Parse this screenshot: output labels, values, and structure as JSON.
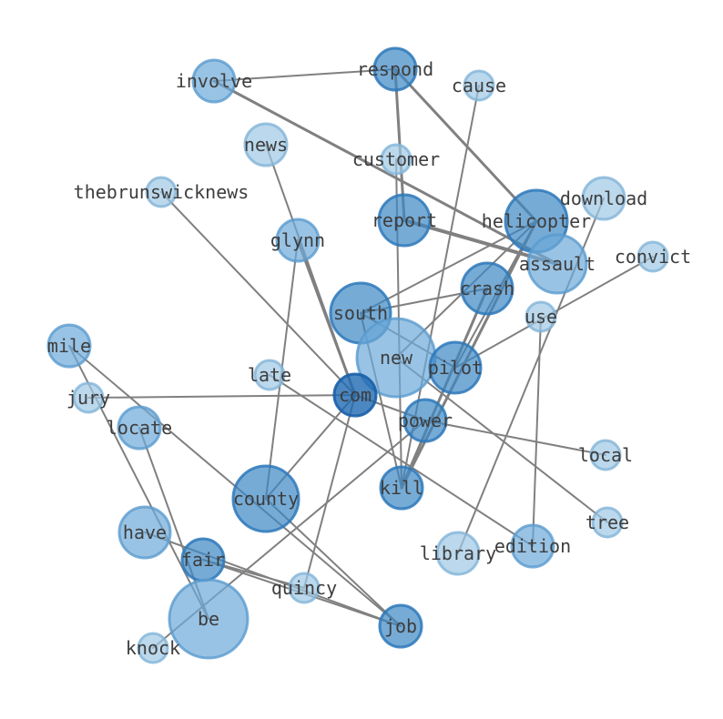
{
  "graph": {
    "nodes": [
      {
        "id": "respond",
        "label": "respond",
        "shade": "mid"
      },
      {
        "id": "involve",
        "label": "involve",
        "shade": "light"
      },
      {
        "id": "cause",
        "label": "cause",
        "shade": "pale"
      },
      {
        "id": "news",
        "label": "news",
        "shade": "pale"
      },
      {
        "id": "customer",
        "label": "customer",
        "shade": "pale"
      },
      {
        "id": "thebrunswicknews",
        "label": "thebrunswicknews",
        "shade": "pale"
      },
      {
        "id": "download",
        "label": "download",
        "shade": "pale"
      },
      {
        "id": "report",
        "label": "report",
        "shade": "mid"
      },
      {
        "id": "helicopter",
        "label": "helicopter",
        "shade": "mid"
      },
      {
        "id": "glynn",
        "label": "glynn",
        "shade": "light"
      },
      {
        "id": "assault",
        "label": "assault",
        "shade": "light"
      },
      {
        "id": "convict",
        "label": "convict",
        "shade": "pale"
      },
      {
        "id": "crash",
        "label": "crash",
        "shade": "mid"
      },
      {
        "id": "south",
        "label": "south",
        "shade": "mid"
      },
      {
        "id": "use",
        "label": "use",
        "shade": "pale"
      },
      {
        "id": "mile",
        "label": "mile",
        "shade": "light"
      },
      {
        "id": "new",
        "label": "new",
        "shade": "light"
      },
      {
        "id": "pilot",
        "label": "pilot",
        "shade": "mid"
      },
      {
        "id": "late",
        "label": "late",
        "shade": "pale"
      },
      {
        "id": "jury",
        "label": "jury",
        "shade": "pale"
      },
      {
        "id": "com",
        "label": "com",
        "shade": "dark"
      },
      {
        "id": "locate",
        "label": "locate",
        "shade": "light"
      },
      {
        "id": "power",
        "label": "power",
        "shade": "mid"
      },
      {
        "id": "local",
        "label": "local",
        "shade": "pale"
      },
      {
        "id": "kill",
        "label": "kill",
        "shade": "mid"
      },
      {
        "id": "county",
        "label": "county",
        "shade": "mid"
      },
      {
        "id": "tree",
        "label": "tree",
        "shade": "pale"
      },
      {
        "id": "have",
        "label": "have",
        "shade": "light"
      },
      {
        "id": "library",
        "label": "library",
        "shade": "pale"
      },
      {
        "id": "edition",
        "label": "edition",
        "shade": "light"
      },
      {
        "id": "fair",
        "label": "fair",
        "shade": "mid"
      },
      {
        "id": "quincy",
        "label": "quincy",
        "shade": "pale"
      },
      {
        "id": "be",
        "label": "be",
        "shade": "light"
      },
      {
        "id": "job",
        "label": "job",
        "shade": "mid"
      },
      {
        "id": "knock",
        "label": "knock",
        "shade": "pale"
      }
    ],
    "edges": [
      {
        "source": "involve",
        "target": "respond",
        "weight": 2
      },
      {
        "source": "involve",
        "target": "assault",
        "weight": 3
      },
      {
        "source": "respond",
        "target": "helicopter",
        "weight": 3
      },
      {
        "source": "respond",
        "target": "report",
        "weight": 3
      },
      {
        "source": "report",
        "target": "assault",
        "weight": 4
      },
      {
        "source": "customer",
        "target": "kill",
        "weight": 2
      },
      {
        "source": "cause",
        "target": "kill",
        "weight": 2
      },
      {
        "source": "news",
        "target": "com",
        "weight": 2
      },
      {
        "source": "thebrunswicknews",
        "target": "com",
        "weight": 2
      },
      {
        "source": "glynn",
        "target": "com",
        "weight": 3
      },
      {
        "source": "glynn",
        "target": "county",
        "weight": 2
      },
      {
        "source": "download",
        "target": "library",
        "weight": 2
      },
      {
        "source": "helicopter",
        "target": "south",
        "weight": 2
      },
      {
        "source": "helicopter",
        "target": "new",
        "weight": 2
      },
      {
        "source": "helicopter",
        "target": "pilot",
        "weight": 2
      },
      {
        "source": "helicopter",
        "target": "kill",
        "weight": 3
      },
      {
        "source": "crash",
        "target": "south",
        "weight": 2
      },
      {
        "source": "crash",
        "target": "kill",
        "weight": 3
      },
      {
        "source": "convict",
        "target": "pilot",
        "weight": 2
      },
      {
        "source": "south",
        "target": "pilot",
        "weight": 2
      },
      {
        "source": "south",
        "target": "kill",
        "weight": 2
      },
      {
        "source": "use",
        "target": "edition",
        "weight": 2
      },
      {
        "source": "mile",
        "target": "be",
        "weight": 2
      },
      {
        "source": "mile",
        "target": "job",
        "weight": 2
      },
      {
        "source": "jury",
        "target": "com",
        "weight": 2
      },
      {
        "source": "late",
        "target": "edition",
        "weight": 2
      },
      {
        "source": "locate",
        "target": "be",
        "weight": 2
      },
      {
        "source": "com",
        "target": "power",
        "weight": 2
      },
      {
        "source": "com",
        "target": "county",
        "weight": 2
      },
      {
        "source": "com",
        "target": "quincy",
        "weight": 2
      },
      {
        "source": "new",
        "target": "tree",
        "weight": 2
      },
      {
        "source": "power",
        "target": "local",
        "weight": 2
      },
      {
        "source": "power",
        "target": "knock",
        "weight": 2
      },
      {
        "source": "county",
        "target": "job",
        "weight": 2
      },
      {
        "source": "have",
        "target": "job",
        "weight": 2
      },
      {
        "source": "fair",
        "target": "quincy",
        "weight": 2
      },
      {
        "source": "fair",
        "target": "job",
        "weight": 2
      }
    ]
  }
}
